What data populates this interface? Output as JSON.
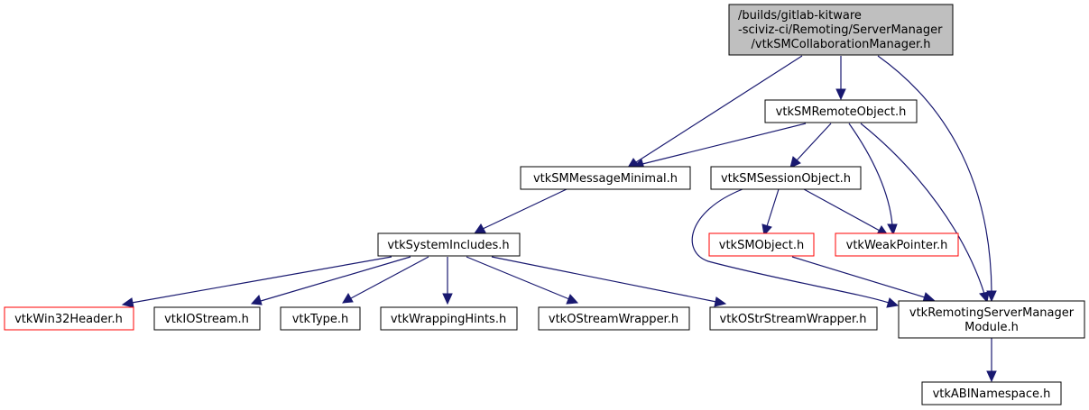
{
  "colors": {
    "edge": "#191970",
    "root_fill": "#bfbfbf",
    "node_border": "#000000",
    "truncated_border": "#ff0000"
  },
  "nodes": {
    "root": {
      "lines": [
        "/builds/gitlab-kitware",
        "-sciviz-ci/Remoting/ServerManager",
        "/vtkSMCollaborationManager.h"
      ]
    },
    "remote_object": {
      "label": "vtkSMRemoteObject.h"
    },
    "message_minimal": {
      "label": "vtkSMMessageMinimal.h"
    },
    "session_object": {
      "label": "vtkSMSessionObject.h"
    },
    "system_includes": {
      "label": "vtkSystemIncludes.h"
    },
    "sm_object": {
      "label": "vtkSMObject.h"
    },
    "weak_pointer": {
      "label": "vtkWeakPointer.h"
    },
    "win32_header": {
      "label": "vtkWin32Header.h"
    },
    "iostream": {
      "label": "vtkIOStream.h"
    },
    "type": {
      "label": "vtkType.h"
    },
    "wrapping_hints": {
      "label": "vtkWrappingHints.h"
    },
    "ostream_wrapper": {
      "label": "vtkOStreamWrapper.h"
    },
    "ostrstream_wrapper": {
      "label": "vtkOStrStreamWrapper.h"
    },
    "remoting_module": {
      "lines": [
        "vtkRemotingServerManager",
        "Module.h"
      ]
    },
    "abi_namespace": {
      "label": "vtkABINamespace.h"
    }
  }
}
